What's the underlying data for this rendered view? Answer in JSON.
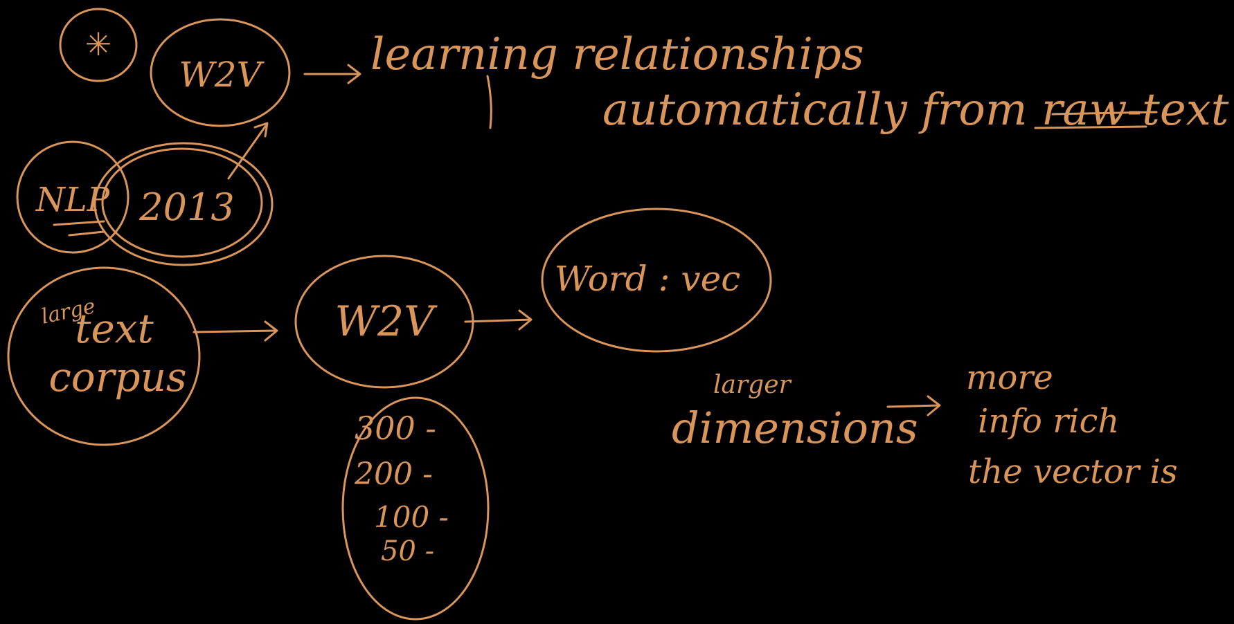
{
  "colors": {
    "background": "#000000",
    "ink": "#d9955a"
  },
  "top": {
    "star_symbol": "✳",
    "w2v_label": "W2V",
    "nlp_label": "NLP",
    "year_label": "2013",
    "line1": "learning relationships",
    "line2": "automatically from raw-text"
  },
  "flow": {
    "corpus_small": "large",
    "corpus_line1": "text",
    "corpus_line2": "corpus",
    "w2v_label": "W2V",
    "output_label": "Word : vec"
  },
  "dimensions_list": [
    "300 -",
    "200 -",
    "100 -",
    "50 -"
  ],
  "note": {
    "small": "larger",
    "main": "dimensions",
    "result_line1": "more",
    "result_line2": "info rich",
    "result_line3": "the vector is"
  }
}
